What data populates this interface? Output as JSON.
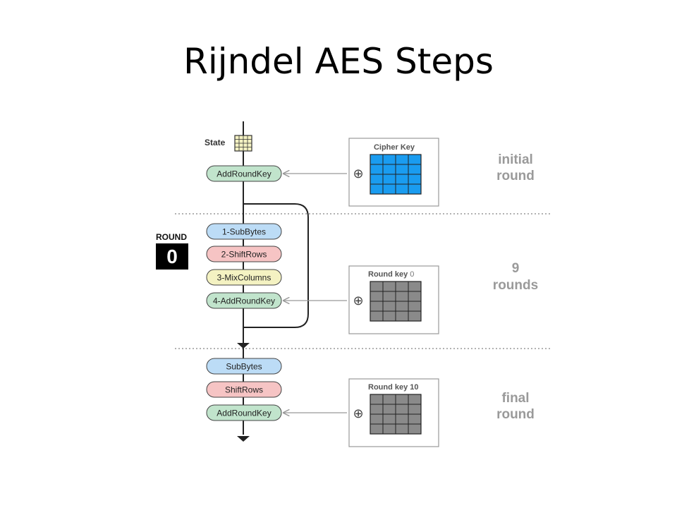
{
  "title": "Rijndel AES Steps",
  "state_label": "State",
  "round_badge": {
    "label": "ROUND",
    "value": "0"
  },
  "initial": {
    "step": "AddRoundKey",
    "key_label": "Cipher Key",
    "phase_label_line1": "initial",
    "phase_label_line2": "round"
  },
  "main": {
    "steps": [
      "1-SubBytes",
      "2-ShiftRows",
      "3-MixColumns",
      "4-AddRoundKey"
    ],
    "key_label": "Round key",
    "key_number": "0",
    "phase_label_line1": "9",
    "phase_label_line2": "rounds"
  },
  "final": {
    "steps": [
      "SubBytes",
      "ShiftRows",
      "AddRoundKey"
    ],
    "key_label": "Round key 10",
    "phase_label_line1": "final",
    "phase_label_line2": "round"
  },
  "xor_symbol": "⊕",
  "colors": {
    "subbytes": "#bcdcf6",
    "shiftrows": "#f6c4c4",
    "mixcolumns": "#f4f2c2",
    "addroundkey": "#c1e4cc",
    "cipher_key": "#1a9cf0",
    "round_key": "#8a8a8a",
    "phase_label": "#9a9a9a"
  }
}
